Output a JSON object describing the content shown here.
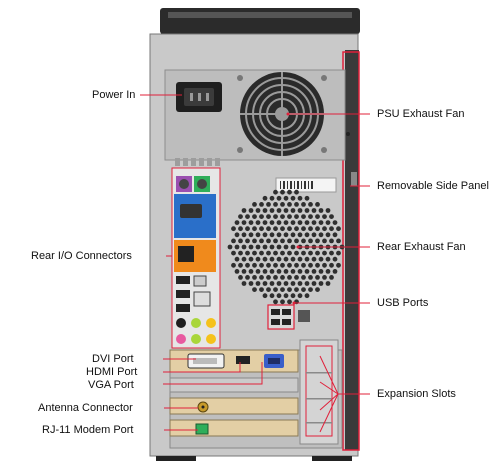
{
  "labels_left": [
    {
      "id": "power-in",
      "text": "Power In"
    },
    {
      "id": "rear-io-connectors",
      "text": "Rear I/O Connectors"
    },
    {
      "id": "dvi-port",
      "text": "DVI Port"
    },
    {
      "id": "hdmi-port",
      "text": "HDMI Port"
    },
    {
      "id": "vga-port",
      "text": "VGA Port"
    },
    {
      "id": "antenna-connector",
      "text": "Antenna Connector"
    },
    {
      "id": "rj11-modem-port",
      "text": "RJ-11 Modem Port"
    }
  ],
  "labels_right": [
    {
      "id": "psu-exhaust-fan",
      "text": "PSU Exhaust Fan"
    },
    {
      "id": "removable-side-panel",
      "text": "Removable Side Panel"
    },
    {
      "id": "rear-exhaust-fan",
      "text": "Rear Exhaust Fan"
    },
    {
      "id": "usb-ports",
      "text": "USB Ports"
    },
    {
      "id": "expansion-slots",
      "text": "Expansion Slots"
    }
  ],
  "colors": {
    "callout_line": "#e0203a",
    "chassis": "#c9c9c9",
    "psu_plate": "#bdbdbd",
    "io_blue": "#2a6fc9",
    "io_orange": "#f08a1c",
    "io_purple": "#9a4fb0",
    "io_green": "#2fae5a",
    "audio_pink": "#e85aa0",
    "audio_lime": "#a9d63a",
    "audio_yellow": "#f5c21b",
    "card_tan": "#e3cfa5",
    "dark_frame": "#2b2b2b"
  }
}
